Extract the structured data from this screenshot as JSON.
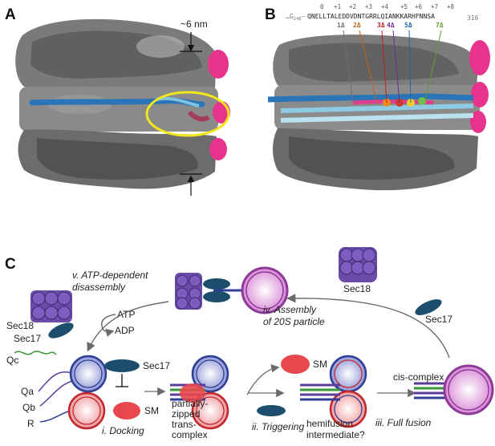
{
  "panels": {
    "a": "A",
    "b": "B",
    "c": "C"
  },
  "panel_a": {
    "distance": "~6 nm"
  },
  "panel_b": {
    "sequence_prefix": "…G",
    "sequence_prefix_sub": "248",
    "sequence": "QNELLTALEDDVDNTGRRLQIANKKARHFNNSA",
    "sequence_suffix_sub": "316",
    "layer_numbers": [
      "0",
      "+1",
      "+2",
      "+3",
      "+4",
      "+5",
      "+6",
      "+7",
      "+8"
    ],
    "mutants": [
      "1Δ",
      "2Δ",
      "3Δ",
      "4Δ",
      "5Δ",
      "7Δ"
    ],
    "mutant_colors": [
      "#6f6f6f",
      "#c4631a",
      "#c0211f",
      "#6a2c8c",
      "#2066a8",
      "#5f9e2a"
    ]
  },
  "panel_c": {
    "steps": {
      "disassembly_line1": "v. ATP-dependent",
      "disassembly_line2": "disassembly",
      "assembly_line1": "iv. Assembly",
      "assembly_line2": "of 20S particle",
      "docking": "i. Docking",
      "triggering": "ii. Triggering",
      "full_fusion": "iii. Full fusion"
    },
    "labels": {
      "sec18_top": "Sec18",
      "sec17_right": "Sec17",
      "sec18_left": "Sec18",
      "sec17_left": "Sec17",
      "atp": "ATP",
      "adp": "ADP",
      "qc": "Qc",
      "qa": "Qa",
      "qb": "Qb",
      "r": "R",
      "sec17_inhibit": "Sec17",
      "sm_docking": "SM",
      "trans_line1": "partially-",
      "trans_line2": "zipped",
      "trans_line3": "trans-",
      "trans_line4": "complex",
      "sm_trigger": "SM",
      "hemi_line1": "hemifusion",
      "hemi_line2": "intermediate?",
      "cis": "cis-complex"
    },
    "colors": {
      "sec18": "#6a4ca8",
      "sec17": "#1d4e6e",
      "sm": "#e8474d",
      "vesicle_blue": "#2f3f94",
      "vesicle_red": "#c2272d",
      "vesicle_purple": "#8e3a99",
      "qc_green": "#3a9a3a",
      "qa_purple": "#5b3c9a"
    }
  }
}
